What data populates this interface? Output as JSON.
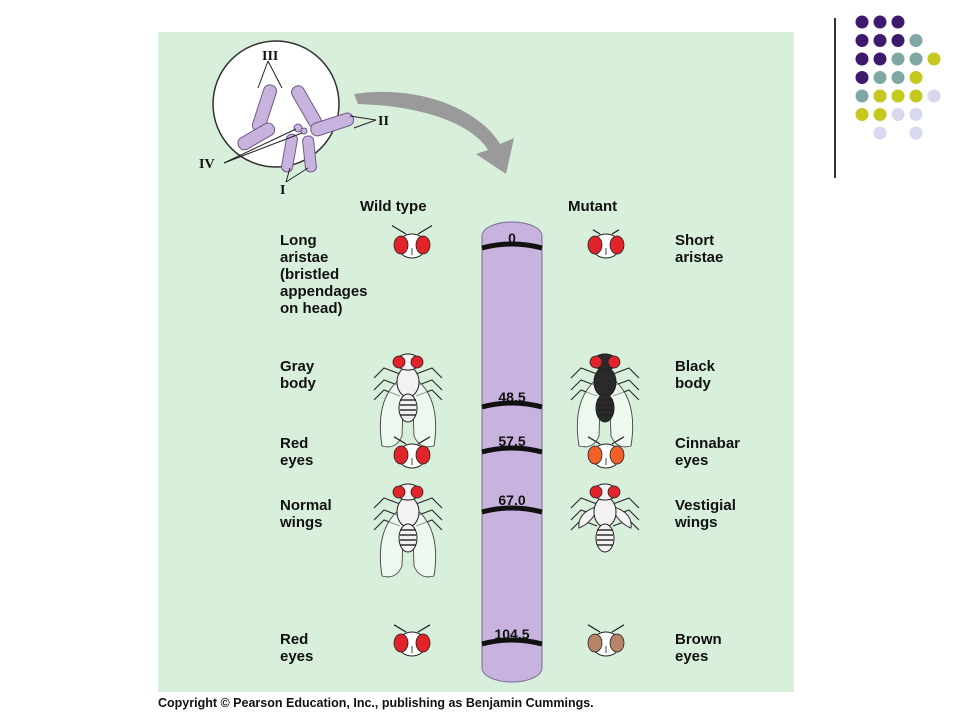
{
  "decor_dots": {
    "colors": {
      "purple": "#3d1a6e",
      "teal": "#7fa7a4",
      "yellow": "#c6c81e",
      "lavender": "#d8d8ee"
    },
    "rows": [
      [
        "purple",
        "purple",
        "purple",
        "",
        "",
        ""
      ],
      [
        "purple",
        "purple",
        "purple",
        "teal",
        "",
        ""
      ],
      [
        "purple",
        "purple",
        "teal",
        "teal",
        "yellow",
        ""
      ],
      [
        "purple",
        "teal",
        "teal",
        "yellow",
        "",
        ""
      ],
      [
        "teal",
        "yellow",
        "yellow",
        "yellow",
        "lavender",
        ""
      ],
      [
        "yellow",
        "yellow",
        "lavender",
        "lavender",
        "",
        ""
      ],
      [
        "",
        "lavender",
        "",
        "lavender",
        "",
        ""
      ]
    ]
  },
  "chromosome_inset": {
    "labels": [
      "III",
      "II",
      "IV",
      "I"
    ]
  },
  "headers": {
    "wild": "Wild type",
    "mutant": "Mutant"
  },
  "chromosome_color": "#c8b3de",
  "loci": [
    {
      "position": "0",
      "wild": "Long\naristae\n(bristled\nappendages\non head)",
      "mutant": "Short\naristae"
    },
    {
      "position": "48.5",
      "wild": "Gray\nbody",
      "mutant": "Black\nbody"
    },
    {
      "position": "57.5",
      "wild": "Red\neyes",
      "mutant": "Cinnabar\neyes"
    },
    {
      "position": "67.0",
      "wild": "Normal\nwings",
      "mutant": "Vestigial\nwings"
    },
    {
      "position": "104.5",
      "wild": "Red\neyes",
      "mutant": "Brown\neyes"
    }
  ],
  "eye_colors": {
    "red": "#e0242a",
    "cinnabar": "#f0602a",
    "brown": "#b88468"
  },
  "copyright": "Copyright © Pearson Education, Inc., publishing as Benjamin Cummings."
}
